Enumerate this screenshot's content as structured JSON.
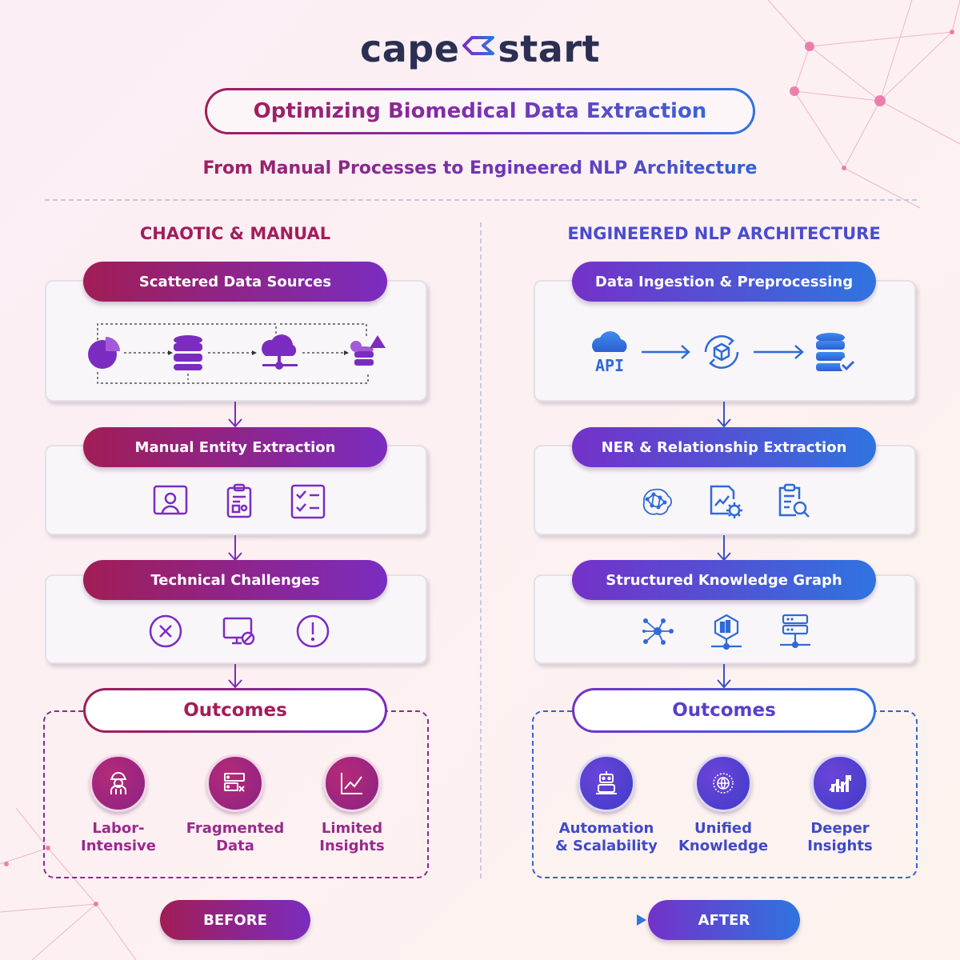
{
  "logo": {
    "left_text": "cape",
    "right_text": "start"
  },
  "title": "Optimizing Biomedical Data Extraction",
  "subtitle": "From Manual Processes to Engineered NLP Architecture",
  "left": {
    "heading": "CHAOTIC & MANUAL",
    "stages": [
      {
        "label": "Scattered Data Sources",
        "icons": [
          "pie-chart-icon",
          "database-icon",
          "cloud-network-icon",
          "data-shapes-icon"
        ]
      },
      {
        "label": "Manual Entity Extraction",
        "icons": [
          "user-profile-icon",
          "clipboard-icon",
          "checklist-icon"
        ]
      },
      {
        "label": "Technical Challenges",
        "icons": [
          "error-x-icon",
          "blocked-monitor-icon",
          "warning-icon"
        ]
      }
    ],
    "outcomes_title": "Outcomes",
    "outcomes": [
      {
        "line1": "Labor-",
        "line2": "Intensive",
        "icon": "worker-icon"
      },
      {
        "line1": "Fragmented",
        "line2": "Data",
        "icon": "fragmented-data-icon"
      },
      {
        "line1": "Limited",
        "line2": "Insights",
        "icon": "line-chart-icon"
      }
    ]
  },
  "right": {
    "heading": "ENGINEERED NLP ARCHITECTURE",
    "stages": [
      {
        "label": "Data Ingestion & Preprocessing",
        "icons": [
          "api-cloud-icon",
          "process-cycle-icon",
          "verified-database-icon"
        ],
        "api_text": "API"
      },
      {
        "label": "NER & Relationship Extraction",
        "icons": [
          "neural-brain-icon",
          "report-settings-icon",
          "document-search-icon"
        ]
      },
      {
        "label": "Structured Knowledge Graph",
        "icons": [
          "graph-nodes-icon",
          "network-hub-icon",
          "server-network-icon"
        ]
      }
    ],
    "outcomes_title": "Outcomes",
    "outcomes": [
      {
        "line1": "Automation",
        "line2": "& Scalability",
        "icon": "robot-icon"
      },
      {
        "line1": "Unified",
        "line2": "Knowledge",
        "icon": "globe-icon"
      },
      {
        "line1": "Deeper",
        "line2": "Insights",
        "icon": "insights-chart-icon"
      }
    ]
  },
  "footer": {
    "before": "BEFORE",
    "after": "AFTER"
  },
  "colors": {
    "magenta": "#a31d5a",
    "purple": "#7b2cc0",
    "blue": "#2f74e0",
    "navy": "#2b2f52"
  }
}
